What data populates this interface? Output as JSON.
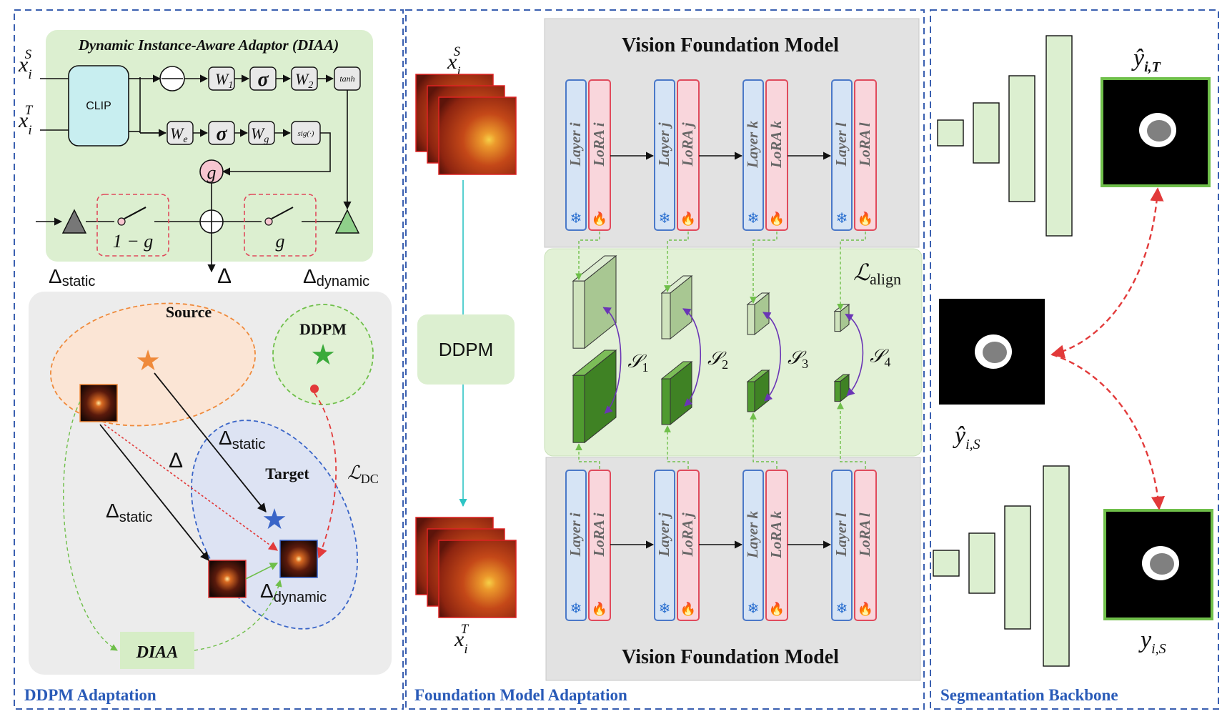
{
  "panels": {
    "left": "DDPM Adaptation",
    "middle": "Foundation Model Adaptation",
    "right": "Segmeantation Backbone"
  },
  "diaa": {
    "title": "Dynamic Instance-Aware Adaptor (DIAA)",
    "input_top": "x",
    "input_top_sup": "S",
    "input_top_sub": "i",
    "input_bottom": "x",
    "input_bottom_sup": "T",
    "input_bottom_sub": "i",
    "clip": "CLIP",
    "w1": "W",
    "w1_sub": "1",
    "w2": "W",
    "w2_sub": "2",
    "sigma": "σ",
    "tanh": "tanh",
    "we": "W",
    "we_sub": "e",
    "wg": "W",
    "wg_sub": "g",
    "sig": "sig(·)",
    "g": "g",
    "one_minus_g": "1 − g",
    "g_switch": "g",
    "delta": "Δ",
    "delta_static": "static",
    "delta_dynamic": "dynamic"
  },
  "ddpm_panel": {
    "source": "Source",
    "ddpm": "DDPM",
    "target": "Target",
    "delta": "Δ",
    "delta_static": "static",
    "delta_dynamic": "dynamic",
    "l_dc": "ℒ",
    "l_dc_sub": "DC",
    "diaa": "DIAA"
  },
  "foundation": {
    "x_src": "x",
    "x_src_sup": "S",
    "x_src_sub": "i",
    "x_tgt": "x",
    "x_tgt_sup": "T",
    "x_tgt_sub": "i",
    "ddpm": "DDPM",
    "vfm_title": "Vision Foundation Model",
    "layers": [
      {
        "layer": "Layer  i",
        "lora": "LoRA  i"
      },
      {
        "layer": "Layer  j",
        "lora": "LoRA  j"
      },
      {
        "layer": "Layer  k",
        "lora": "LoRA  k"
      },
      {
        "layer": "Layer  l",
        "lora": "LoRA  l"
      }
    ],
    "l_align": "ℒ",
    "l_align_sub": "align",
    "similarities": [
      {
        "s": "𝒮",
        "sub": "1"
      },
      {
        "s": "𝒮",
        "sub": "2"
      },
      {
        "s": "𝒮",
        "sub": "3"
      },
      {
        "s": "𝒮",
        "sub": "4"
      }
    ]
  },
  "segmentation": {
    "y_hat_t": "ŷ",
    "y_hat_t_sub": "i,T",
    "y_hat_s": "ŷ",
    "y_hat_s_sub": "i,S",
    "y_s": "y",
    "y_s_sub": "i,S"
  },
  "colors": {
    "panel_border": "#3a5fb0",
    "panel_label": "#2a5bb8",
    "diaa_bg": "#dcefd0",
    "grey_bg": "#ececec",
    "layer_fill": "#d6e4f5",
    "layer_stroke": "#4a78c8",
    "lora_fill": "#f9d6dc",
    "lora_stroke": "#e04a5c",
    "align_bg": "#e2f1d6",
    "cube_light": "#b8d3a0",
    "cube_dark": "#5da23c",
    "source_fill": "#fbe5d5",
    "source_stroke": "#ef8a3b",
    "target_fill": "#dde3f3",
    "target_stroke": "#3a65c8",
    "ddpm_circle": "#3aaa3a",
    "dc_arrow": "#e83a3a",
    "purple_arrow": "#7a3dbf"
  }
}
